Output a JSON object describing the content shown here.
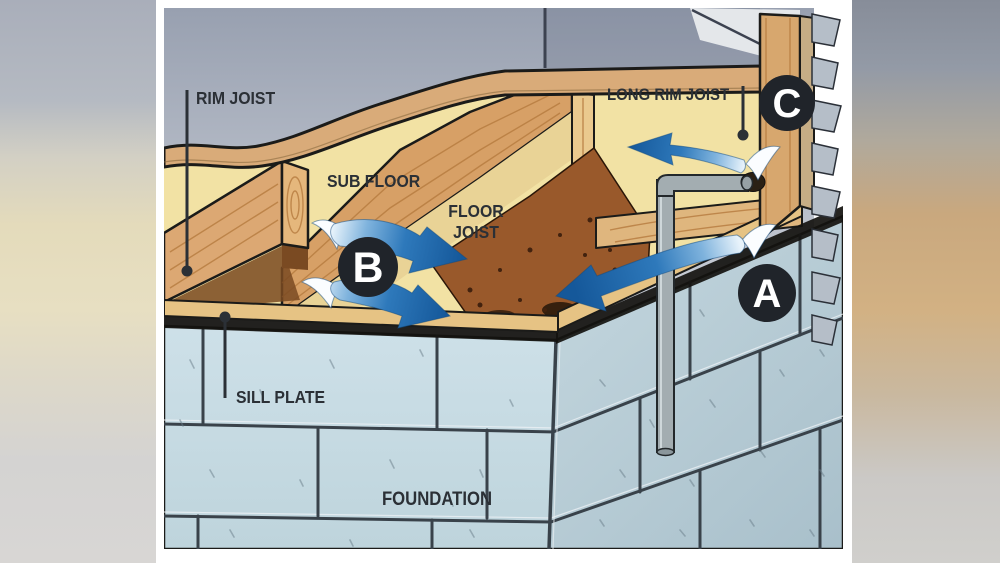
{
  "diagram": {
    "labels": {
      "rim_joist": "RIM JOIST",
      "sub_floor": "SUB FLOOR",
      "floor_joist_line1": "FLOOR",
      "floor_joist_line2": "JOIST",
      "long_rim_joist": "LONG RIM JOIST",
      "sill_plate": "SILL PLATE",
      "foundation": "FOUNDATION"
    },
    "markers": {
      "a": "A",
      "b": "B",
      "c": "C"
    },
    "colors": {
      "label_text": "#2b3036",
      "marker_background": "#20242a",
      "marker_text": "#ffffff",
      "arrow_blue": "#1c67ac",
      "subfloor_cream": "#f2e2a4",
      "plywood_tan": "#d9ab79",
      "joist_wood": "#d7a066",
      "wall_blue_gray": "#a4abb9",
      "foundation_block": "#c9dbe3",
      "siding_gray": "#b5bec8",
      "pipe_gray": "#a3adb1"
    }
  }
}
